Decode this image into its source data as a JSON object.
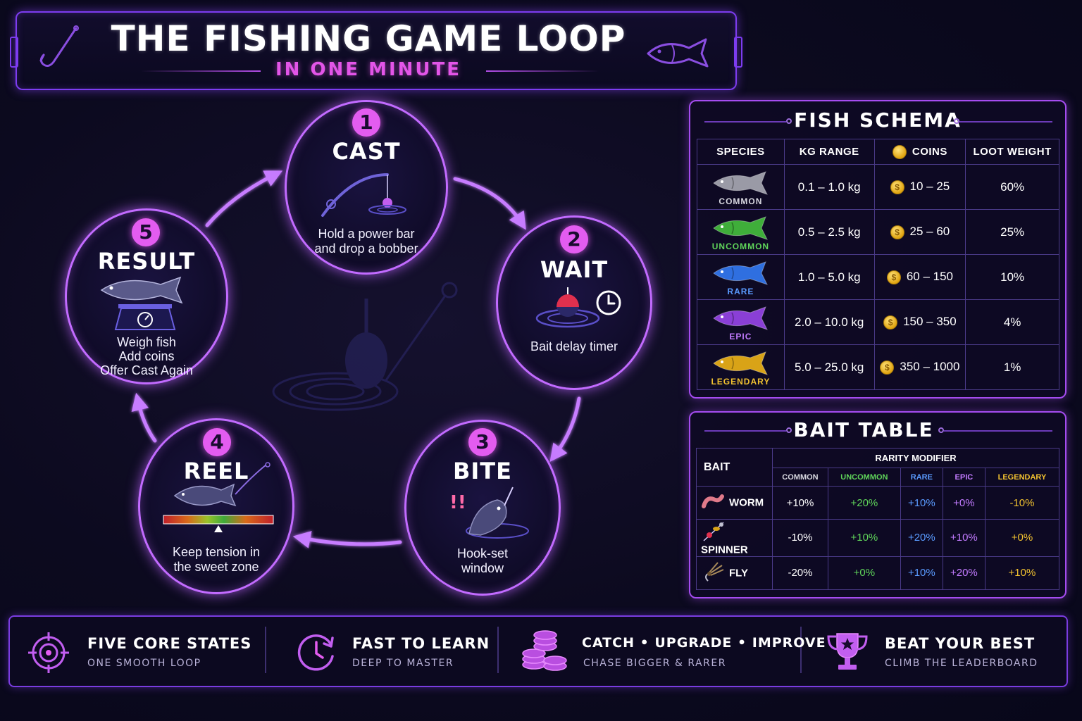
{
  "header": {
    "title": "THE FISHING GAME LOOP",
    "subtitle": "IN ONE MINUTE"
  },
  "loop": [
    {
      "number": "1",
      "title": "CAST",
      "desc": [
        "Hold a power bar",
        "and drop a bobber"
      ]
    },
    {
      "number": "2",
      "title": "WAIT",
      "desc": [
        "Bait delay timer"
      ]
    },
    {
      "number": "3",
      "title": "BITE",
      "desc": [
        "Hook-set",
        "window"
      ]
    },
    {
      "number": "4",
      "title": "REEL",
      "desc": [
        "Keep tension in",
        "the sweet zone"
      ]
    },
    {
      "number": "5",
      "title": "RESULT",
      "desc": [
        "Weigh fish",
        "Add coins",
        "Offer Cast Again"
      ]
    }
  ],
  "fish_schema": {
    "title": "FISH SCHEMA",
    "headers": [
      "SPECIES",
      "KG RANGE",
      "COINS",
      "LOOT WEIGHT"
    ],
    "rows": [
      {
        "species": "COMMON",
        "kg": "0.1 – 1.0 kg",
        "coins": "10 – 25",
        "weight": "60%",
        "color": "#9a9aa6",
        "label_color": "#d8d8e0"
      },
      {
        "species": "UNCOMMON",
        "kg": "0.5 – 2.5 kg",
        "coins": "25 – 60",
        "weight": "25%",
        "color": "#3fae3a",
        "label_color": "#5fd45a"
      },
      {
        "species": "RARE",
        "kg": "1.0 – 5.0 kg",
        "coins": "60 – 150",
        "weight": "10%",
        "color": "#2f6fe0",
        "label_color": "#5a9bff"
      },
      {
        "species": "EPIC",
        "kg": "2.0 – 10.0 kg",
        "coins": "150 – 350",
        "weight": "4%",
        "color": "#8a3fd6",
        "label_color": "#c27bff"
      },
      {
        "species": "LEGENDARY",
        "kg": "5.0 – 25.0 kg",
        "coins": "350 – 1000",
        "weight": "1%",
        "color": "#d9a317",
        "label_color": "#f2c230"
      }
    ]
  },
  "bait_table": {
    "title": "BAIT TABLE",
    "bait_header": "BAIT",
    "modifier_header": "RARITY MODIFIER",
    "columns": [
      {
        "label": "COMMON",
        "color": "#d8d8e0"
      },
      {
        "label": "UNCOMMON",
        "color": "#5fd45a"
      },
      {
        "label": "RARE",
        "color": "#5a9bff"
      },
      {
        "label": "EPIC",
        "color": "#c27bff"
      },
      {
        "label": "LEGENDARY",
        "color": "#f2c230"
      }
    ],
    "rows": [
      {
        "bait": "WORM",
        "icon": "worm-icon",
        "values": [
          "+10%",
          "+20%",
          "+10%",
          "+0%",
          "-10%"
        ]
      },
      {
        "bait": "SPINNER",
        "icon": "spinner-lure-icon",
        "values": [
          "-10%",
          "+10%",
          "+20%",
          "+10%",
          "+0%"
        ]
      },
      {
        "bait": "FLY",
        "icon": "fly-lure-icon",
        "values": [
          "-20%",
          "+0%",
          "+10%",
          "+20%",
          "+10%"
        ]
      }
    ]
  },
  "features": [
    {
      "title": "FIVE CORE STATES",
      "sub": "ONE SMOOTH LOOP",
      "icon": "target-icon"
    },
    {
      "title": "FAST TO LEARN",
      "sub": "DEEP TO MASTER",
      "icon": "clock-cycle-icon"
    },
    {
      "title": "CATCH • UPGRADE • IMPROVE",
      "sub": "CHASE BIGGER & RARER",
      "icon": "coin-stack-icon"
    },
    {
      "title": "BEAT YOUR BEST",
      "sub": "CLIMB THE LEADERBOARD",
      "icon": "trophy-icon"
    }
  ],
  "colors": {
    "accent": "#c26bff",
    "pink": "#e35cf0",
    "background": "#0c0a1f"
  }
}
